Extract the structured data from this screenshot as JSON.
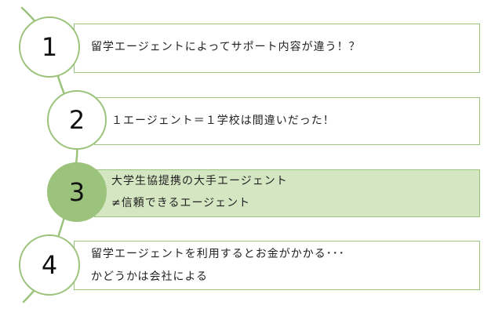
{
  "colors": {
    "accent": "#9cc37c",
    "highlight_fill": "#d5e6c3",
    "text": "#222222"
  },
  "steps": [
    {
      "number": "1",
      "lines": [
        "留学エージェントによってサポート内容が違う！？"
      ],
      "highlighted": false
    },
    {
      "number": "2",
      "lines": [
        "１エージェント＝１学校は間違いだった！"
      ],
      "highlighted": false
    },
    {
      "number": "3",
      "lines": [
        "大学生協提携の大手エージェント",
        "≠信頼できるエージェント"
      ],
      "highlighted": true
    },
    {
      "number": "4",
      "lines": [
        "留学エージェントを利用するとお金がかかる･･･",
        "かどうかは会社による"
      ],
      "highlighted": false
    }
  ]
}
